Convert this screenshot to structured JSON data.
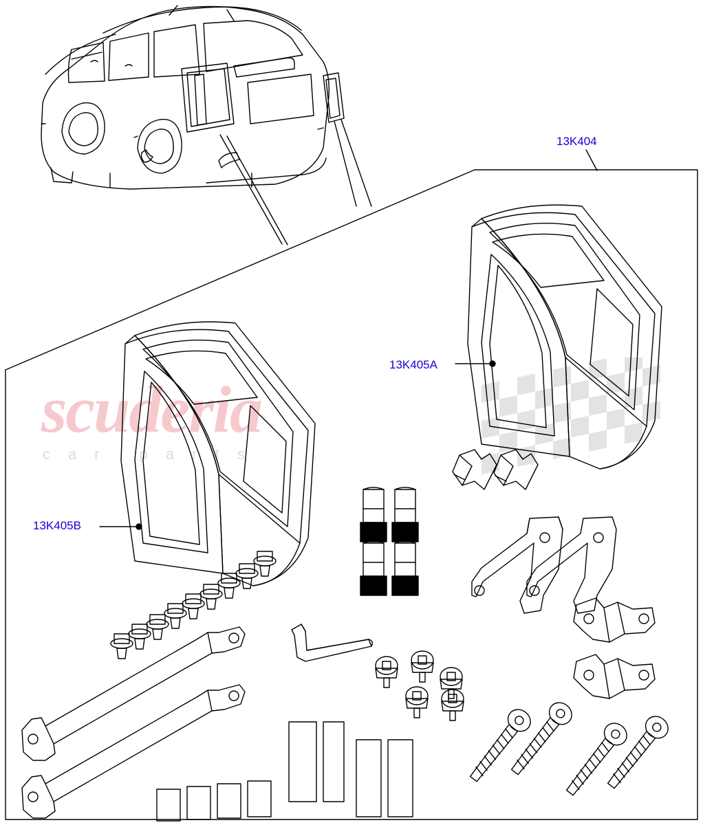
{
  "diagram": {
    "title": "Rear lamp / tail light mounting kit exploded parts diagram",
    "background_color": "#ffffff",
    "line_color": "#000000",
    "label_color": "#1500d4",
    "labels": [
      {
        "id": "lbl-13K404",
        "text": "13K404"
      },
      {
        "id": "lbl-13K405A",
        "text": "13K405A"
      },
      {
        "id": "lbl-13K405B",
        "text": "13K405B"
      }
    ],
    "watermark": {
      "main_text": "scuderia",
      "sub_text": "car parts",
      "main_color": "#f6c9cd",
      "sub_color": "#dcdcdc"
    },
    "vehicle_illustration": {
      "name": "range-rover-sport-rear-three-quarter-view",
      "description": "Line drawing of an SUV rear three-quarter view with leader lines pointing to the two rear lamp locations"
    },
    "parts": [
      {
        "name": "tail-lamp-bezel-right",
        "callout": "13K404"
      },
      {
        "name": "tail-lamp-bezel-left-a",
        "callout": "13K405A"
      },
      {
        "name": "tail-lamp-bezel-left-b",
        "callout": "13K405B"
      },
      {
        "name": "plastic-spacer-bushes",
        "quantity": 4
      },
      {
        "name": "small-z-clips",
        "quantity": 2
      },
      {
        "name": "mounting-brackets-large",
        "quantity": 2
      },
      {
        "name": "mounting-clips-small",
        "quantity": 2
      },
      {
        "name": "flange-head-screws",
        "quantity": 9
      },
      {
        "name": "hex-allen-key",
        "quantity": 1
      },
      {
        "name": "torx-flange-bolts",
        "quantity": 5
      },
      {
        "name": "support-straps",
        "quantity": 2
      },
      {
        "name": "long-socket-screws",
        "quantity": 4
      },
      {
        "name": "foam-pads-small",
        "quantity": 4
      },
      {
        "name": "foam-pads-large",
        "quantity": 4
      }
    ]
  }
}
